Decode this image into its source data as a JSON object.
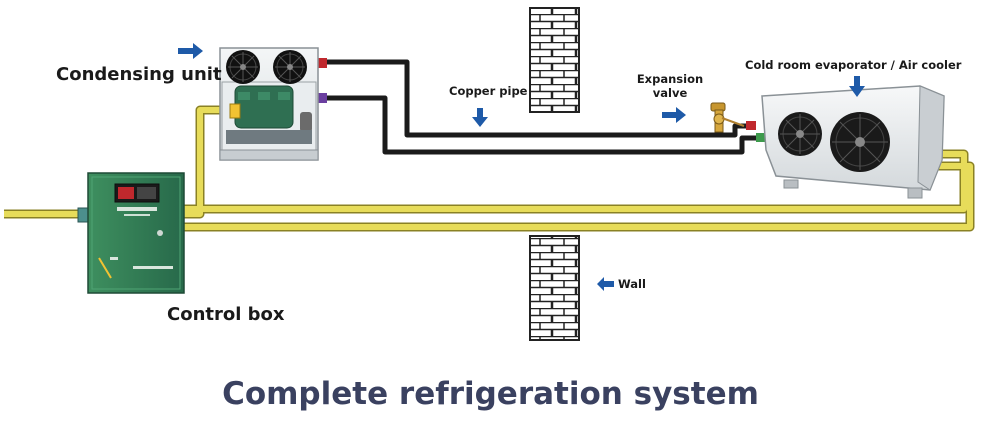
{
  "labels": {
    "condensing_unit": "Condensing unit",
    "copper_pipe": "Copper pipe",
    "expansion_valve_line1": "Expansion",
    "expansion_valve_line2": "valve",
    "evaporator": "Cold room evaporator / Air cooler",
    "wall": "Wall",
    "control_box": "Control box"
  },
  "title": "Complete refrigeration system",
  "colors": {
    "arrow": "#1e5aa8",
    "cable_yellow": "#e7dc5a",
    "pipe_black": "#1b1b1b",
    "control_box_green": "#2e7d4f",
    "title": "#3a4160"
  },
  "icons": [
    "arrow-right-icon",
    "arrow-down-icon",
    "arrow-left-icon",
    "fan-icon",
    "brick-wall-icon"
  ]
}
